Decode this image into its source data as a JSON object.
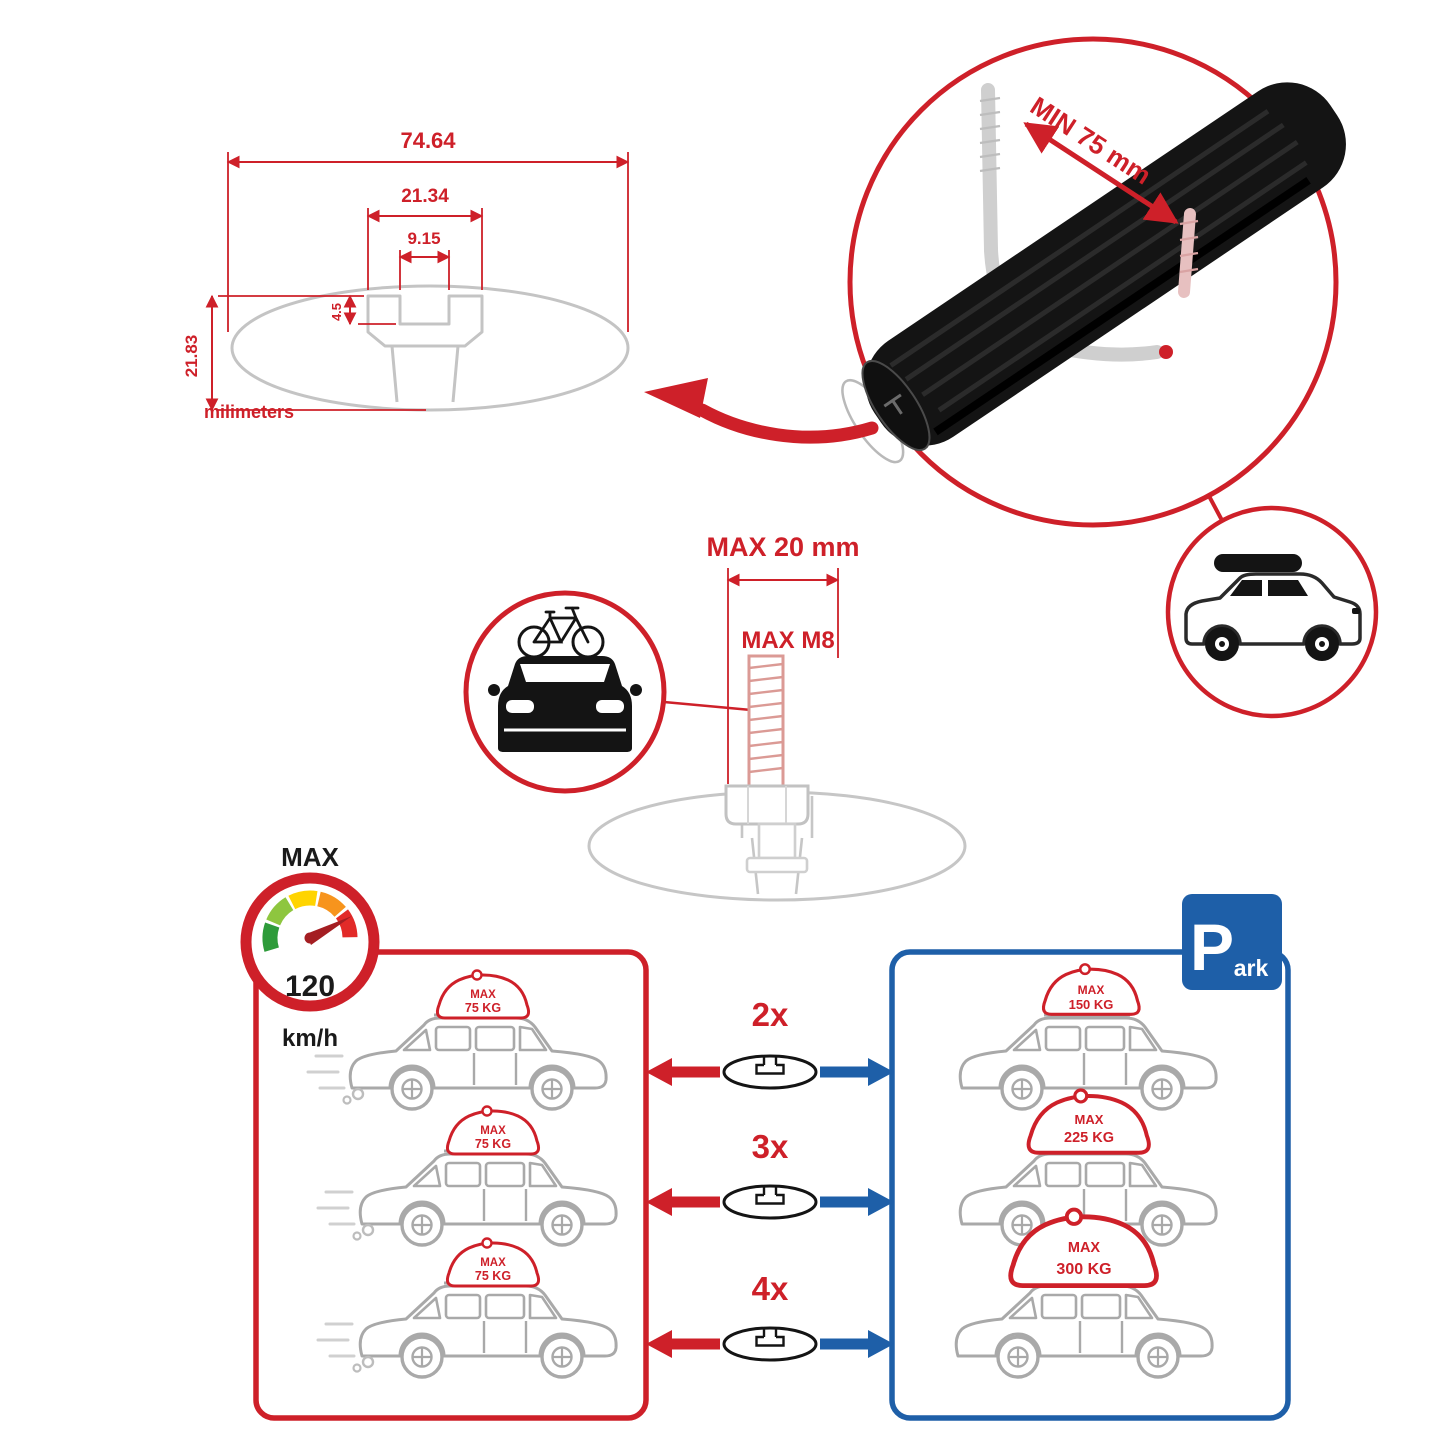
{
  "profile_dimensions": {
    "total_width": "74.64",
    "channel_width": "21.34",
    "slot_width": "9.15",
    "slot_depth": "4.5",
    "total_height": "21.83",
    "units_label": "milimeters"
  },
  "crossbar_detail": {
    "min_grip_label": "MIN 75 mm"
  },
  "bolt_detail": {
    "max_length_label": "MAX 20 mm",
    "max_thread_label": "MAX M8"
  },
  "speed_limit": {
    "heading": "MAX",
    "value": "120",
    "unit": "km/h"
  },
  "park_sign": {
    "letter": "P",
    "suffix": "ark"
  },
  "load_rows": [
    {
      "multiplier": "2x",
      "driving": {
        "label": "MAX",
        "weight": "75 KG"
      },
      "parked": {
        "label": "MAX",
        "weight": "150 KG"
      }
    },
    {
      "multiplier": "3x",
      "driving": {
        "label": "MAX",
        "weight": "75 KG"
      },
      "parked": {
        "label": "MAX",
        "weight": "225 KG"
      }
    },
    {
      "multiplier": "4x",
      "driving": {
        "label": "MAX",
        "weight": "75 KG"
      },
      "parked": {
        "label": "MAX",
        "weight": "300 KG"
      }
    }
  ],
  "colors": {
    "accent_red": "#ce2029",
    "accent_blue": "#1e5fa8",
    "line_gray": "#c4c4c4",
    "bar_black": "#141414"
  },
  "icons": [
    "speedometer-icon",
    "car-side-icon",
    "suv-roofbox-icon",
    "bike-on-car-icon",
    "crossbar-profile-icon",
    "cargo-bag-icon",
    "park-sign-icon",
    "crossbar-3d-render"
  ]
}
